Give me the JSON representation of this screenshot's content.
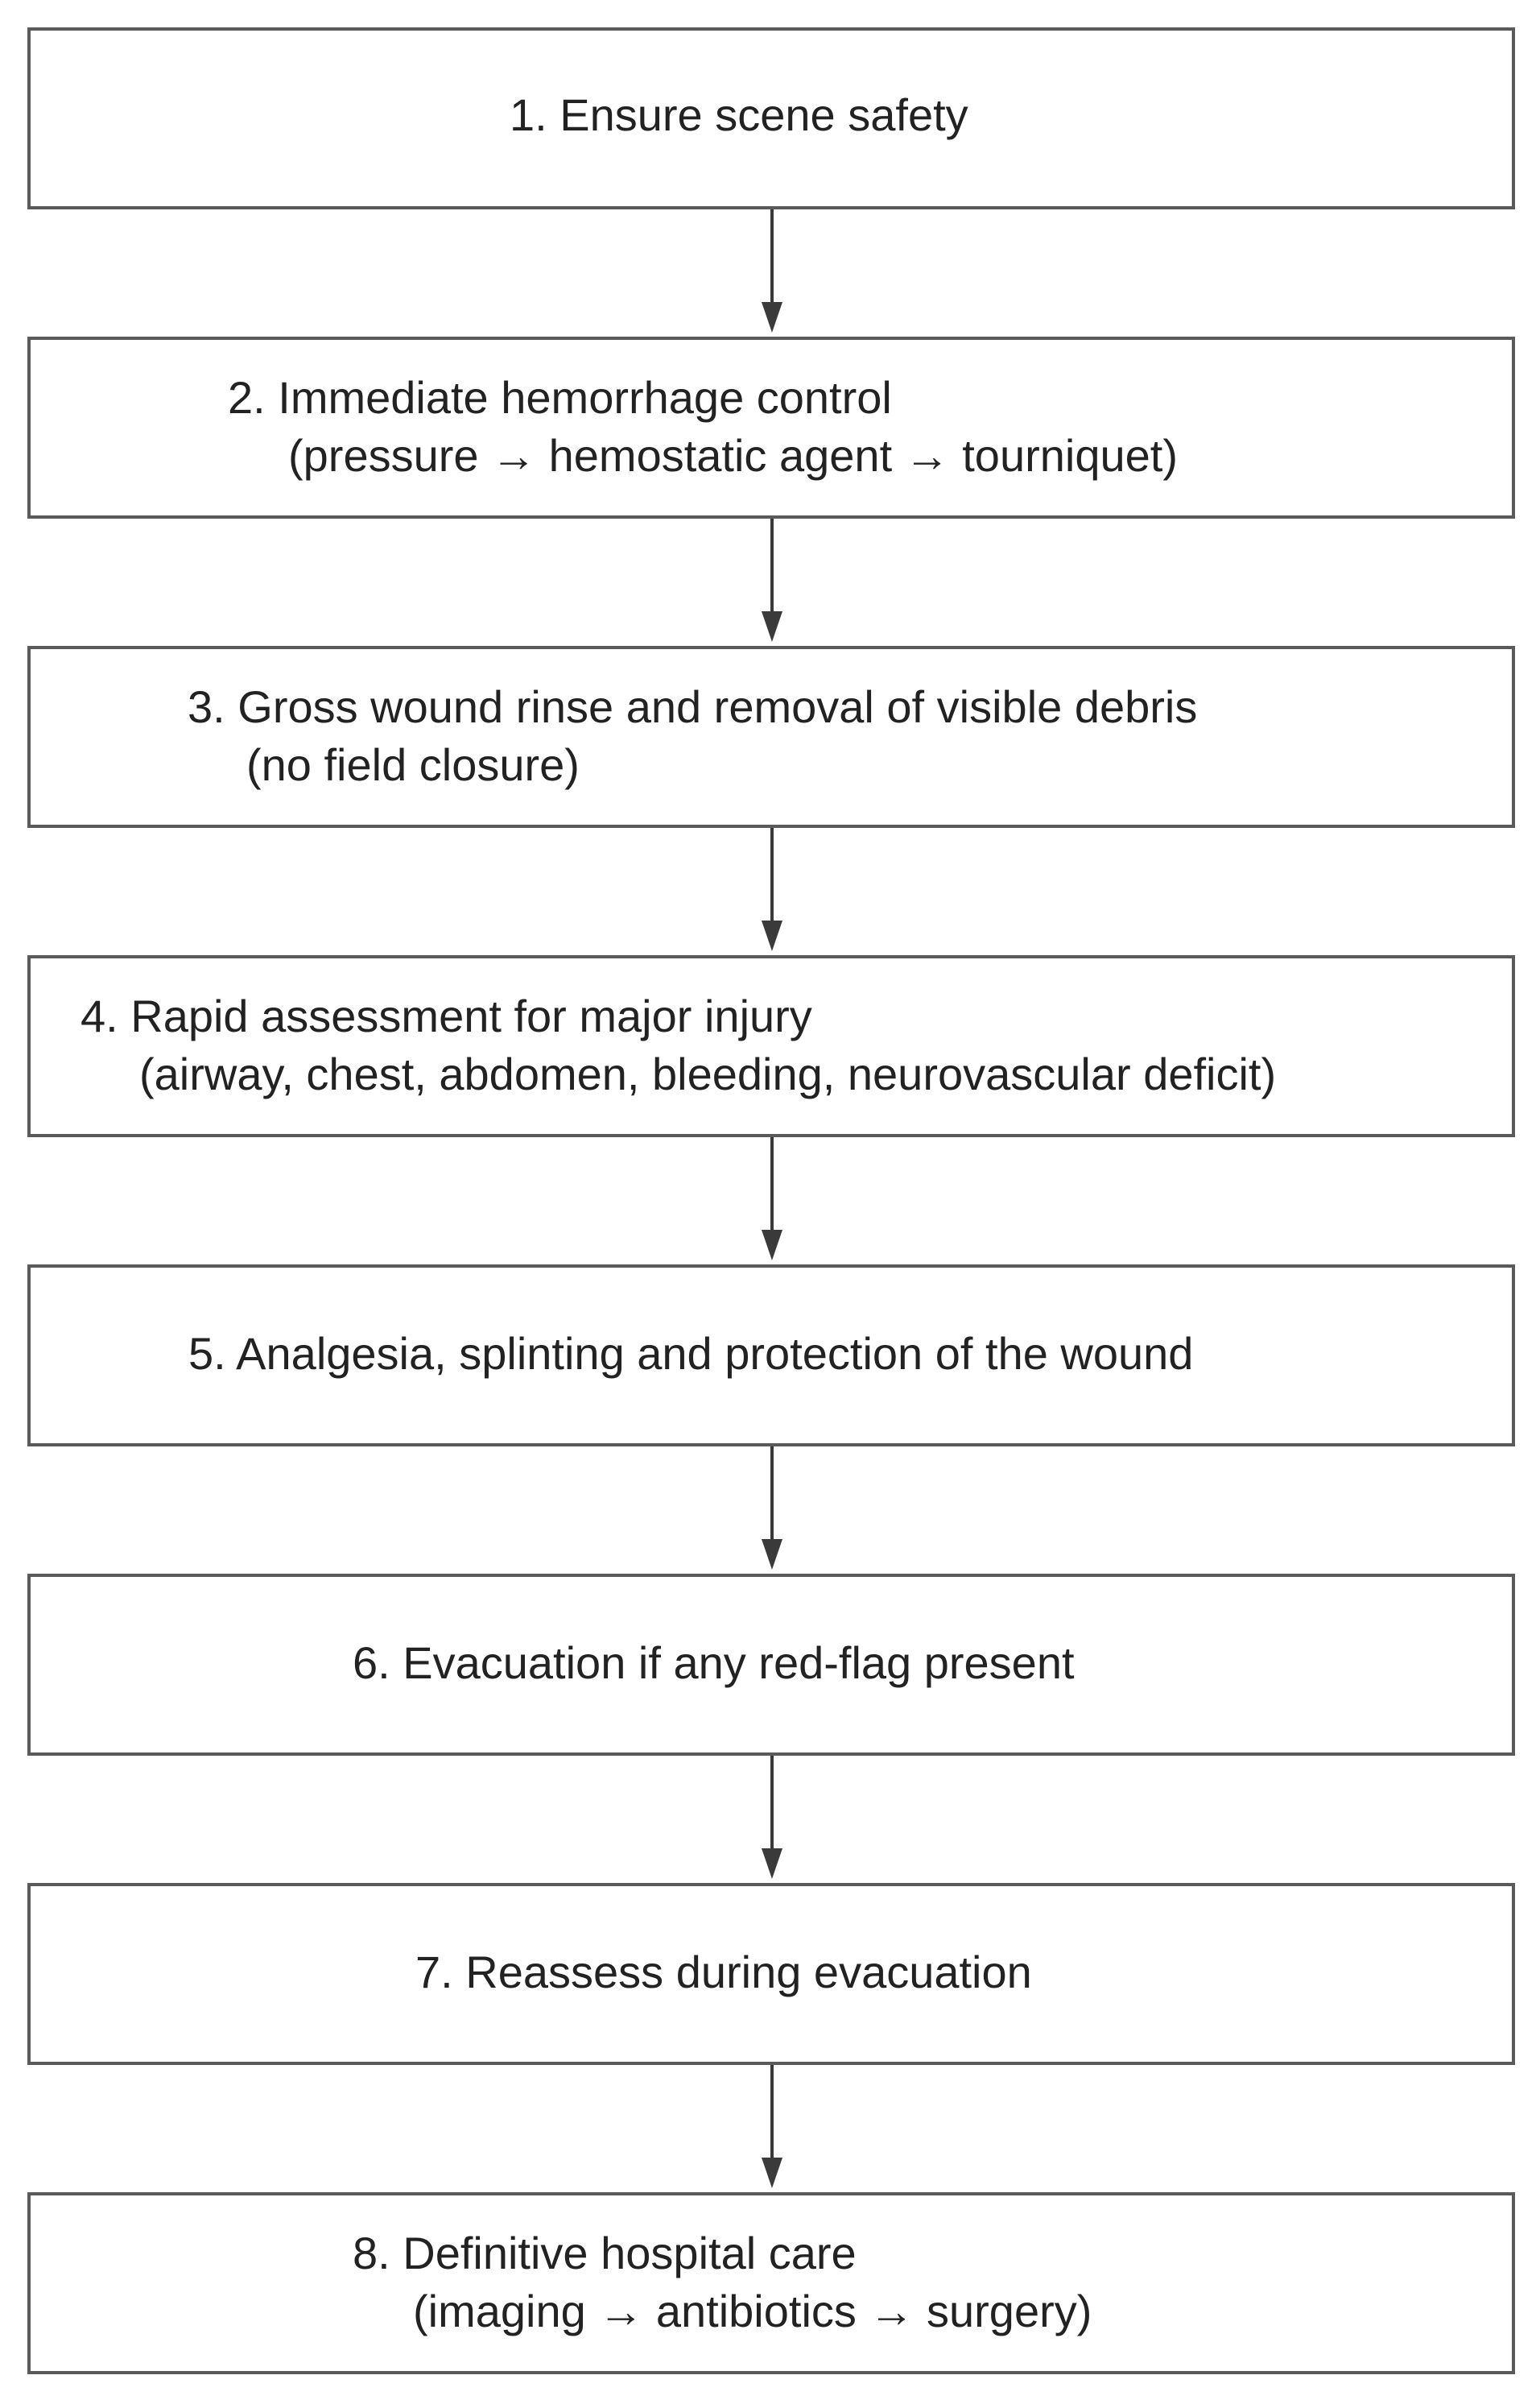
{
  "flowchart": {
    "steps": [
      {
        "lines": [
          "1. Ensure scene safety"
        ]
      },
      {
        "lines": [
          "2. Immediate hemorrhage control",
          "(pressure → hemostatic agent → tourniquet)"
        ]
      },
      {
        "lines": [
          "3. Gross wound rinse and removal of visible debris",
          "(no field closure)"
        ]
      },
      {
        "lines": [
          "4. Rapid assessment for major injury",
          "(airway, chest, abdomen, bleeding, neurovascular deficit)"
        ]
      },
      {
        "lines": [
          "5. Analgesia, splinting and protection of the wound"
        ]
      },
      {
        "lines": [
          "6. Evacuation if any red-flag present"
        ]
      },
      {
        "lines": [
          "7. Reassess during evacuation"
        ]
      },
      {
        "lines": [
          "8. Definitive hospital care",
          "(imaging → antibiotics → surgery)"
        ]
      }
    ]
  }
}
